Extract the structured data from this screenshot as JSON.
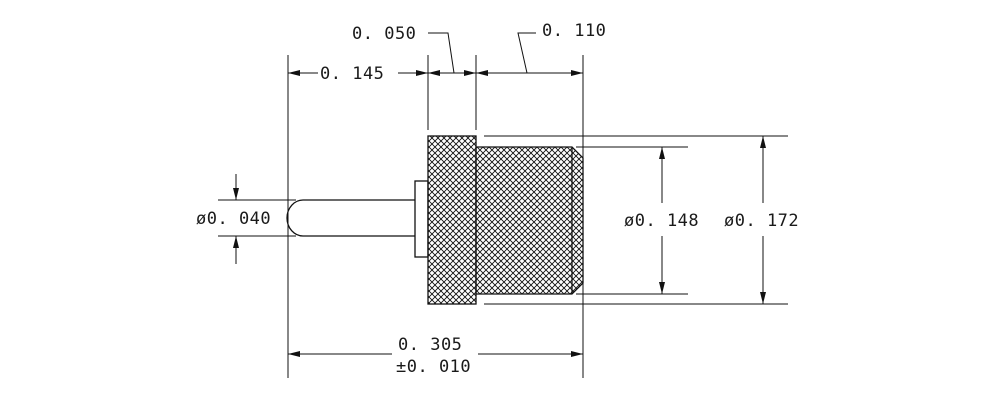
{
  "dimensions": {
    "flange_thickness": "0. 050",
    "body_length": "0. 110",
    "pin_length": "0. 145",
    "pin_diameter": "ø0. 040",
    "body_diameter": "ø0. 148",
    "flange_diameter": "ø0. 172",
    "overall_length": "0. 305",
    "overall_tolerance": "±0. 010"
  },
  "colors": {
    "line": "#111111",
    "background": "#ffffff"
  }
}
